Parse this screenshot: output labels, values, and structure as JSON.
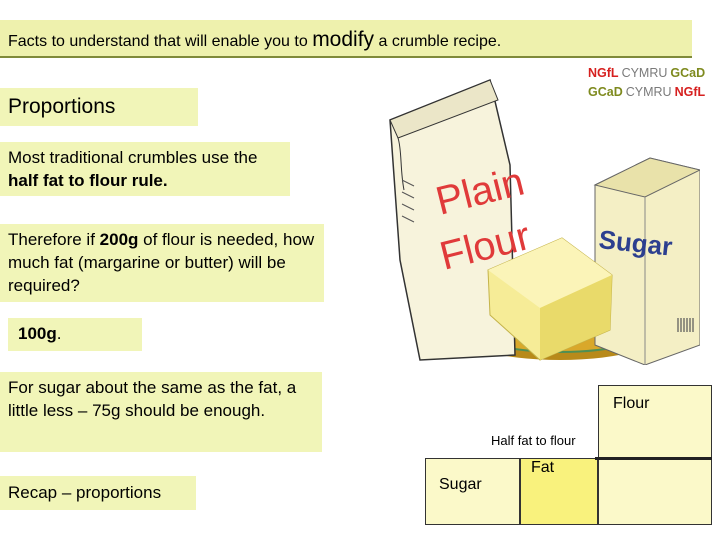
{
  "header": {
    "title_before": "Facts to understand that will enable you to ",
    "title_emph": "modify",
    "title_after": " a crumble recipe."
  },
  "logo": {
    "line1": [
      "NGfL",
      "CYMRU",
      "GCaD"
    ],
    "line2": [
      "GCaD",
      "CYMRU",
      "NGfL"
    ]
  },
  "sections": {
    "proportions_heading": "Proportions",
    "rule_prefix": "Most traditional crumbles use the ",
    "rule_bold": "half fat to flour rule.",
    "question_prefix": "Therefore if ",
    "question_bold": "200g",
    "question_suffix": " of flour is needed, how much fat (margarine or butter)  will be required?",
    "answer_bold": "100g",
    "answer_suffix": ".",
    "sugar_text": "For sugar about the same as the fat, a little less – 75g should be enough.",
    "recap": "Recap – proportions"
  },
  "illustration": {
    "flour_bag_text_1": "Plain",
    "flour_bag_text_2": "Flour",
    "sugar_box_text": "Sugar"
  },
  "proportion_chart": {
    "label_flour": "Flour",
    "label_half": "Half fat to flour",
    "label_fat": "Fat",
    "label_sugar": "Sugar",
    "colors": {
      "sugar": "#fbf9c9",
      "fat": "#f9f27d",
      "flour": "#fbf9c9"
    }
  }
}
